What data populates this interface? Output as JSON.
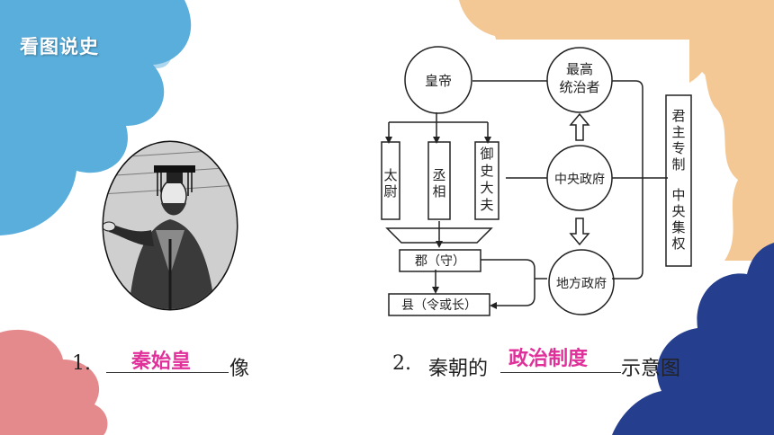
{
  "header": {
    "title": "看图说史"
  },
  "left": {
    "number": "1.",
    "answer": "秦始皇",
    "suffix": "像"
  },
  "right": {
    "number": "2.",
    "prefix": "秦朝的",
    "answer": "政治制度",
    "suffix": "示意图"
  },
  "diagram": {
    "emperor": "皇帝",
    "top_ruler": [
      "最高",
      "统治者"
    ],
    "central_gov": "中央政府",
    "local_gov": "地方政府",
    "taiwei": [
      "太",
      "尉"
    ],
    "chengxiang": [
      "丞",
      "相"
    ],
    "yushi": [
      "御",
      "史",
      "大",
      "夫"
    ],
    "jun": "郡（守）",
    "xian": "县（令或长）",
    "system": [
      "君",
      "主",
      "专",
      "制",
      "",
      "中",
      "央",
      "集",
      "权"
    ]
  },
  "colors": {
    "blue": "#5aaedc",
    "peach": "#f3c894",
    "navy": "#253f8e",
    "pink": "#e58a8c",
    "answer": "#e0309a"
  }
}
